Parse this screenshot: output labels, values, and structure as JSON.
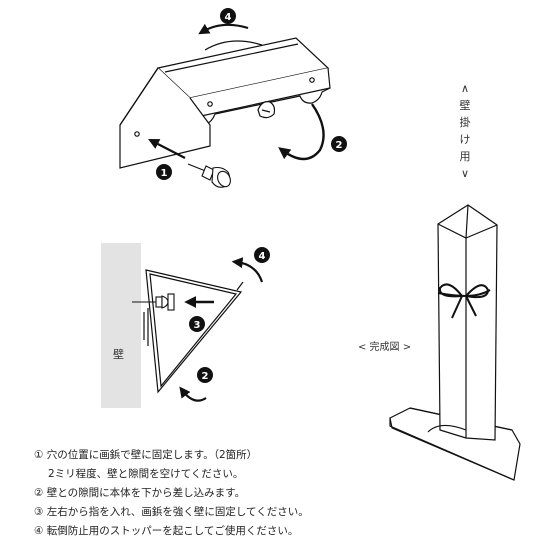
{
  "side_label": "∧\n壁\n掛\nけ\n用\n∨",
  "completed_caption": "< 完成図 >",
  "wall_label": "壁",
  "step_markers": [
    "1",
    "2",
    "3",
    "4"
  ],
  "instructions": [
    {
      "text": "① 穴の位置に画鋲で壁に固定します。（2箇所）"
    },
    {
      "text": "2ミリ程度、壁と隙間を空けてください。",
      "indent": true
    },
    {
      "text": "② 壁との隙間に本体を下から差し込みます。"
    },
    {
      "text": "③ 左右から指を入れ、画鋲を強く壁に固定してください。"
    },
    {
      "text": "④ 転倒防止用のストッパーを起こしてご使用ください。"
    }
  ]
}
